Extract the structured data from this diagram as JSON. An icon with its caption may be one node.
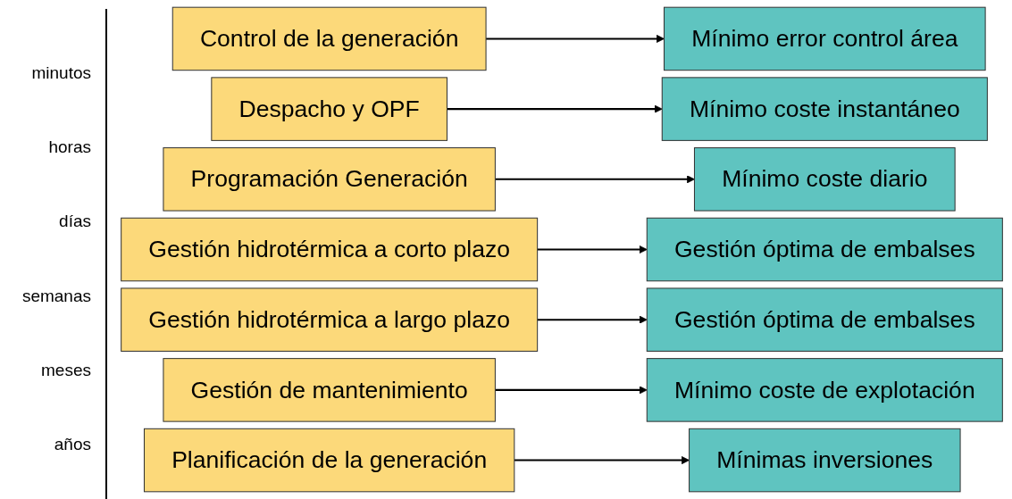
{
  "diagram": {
    "nodes": [
      {
        "text": [
          "Control de la generación"
        ]
      },
      {
        "text": [
          "Mínimo error control área"
        ]
      },
      {
        "text": [
          "Despacho y OPF"
        ]
      },
      {
        "text": [
          "Mínimo coste instantáneo"
        ]
      },
      {
        "text": [
          "Programación Generación"
        ]
      },
      {
        "text": [
          "Mínimo coste diario"
        ]
      },
      {
        "text": [
          "Gestión hidrotérmica a corto plazo"
        ]
      },
      {
        "text": [
          "Gestión óptima de embalses"
        ]
      },
      {
        "text": [
          "Gestión hidrotérmica a largo plazo"
        ]
      },
      {
        "text": [
          "Gestión óptima de embalses"
        ]
      },
      {
        "text": [
          "Gestión de mantenimiento"
        ]
      },
      {
        "text": [
          "Mínimo coste de explotación"
        ]
      },
      {
        "text": [
          "Planificación de la generación"
        ]
      },
      {
        "text": [
          "Mínimas inversiones"
        ]
      }
    ],
    "edges": [
      {
        "from": 0,
        "to": 1,
        "arrow": "to"
      },
      {
        "from": 2,
        "to": 3,
        "arrow": "to"
      },
      {
        "from": 4,
        "to": 5,
        "arrow": "to"
      },
      {
        "from": 6,
        "to": 7,
        "arrow": "to"
      },
      {
        "from": 8,
        "to": 9,
        "arrow": "to"
      },
      {
        "from": 10,
        "to": 11,
        "arrow": "to"
      },
      {
        "from": 12,
        "to": 13,
        "arrow": "to"
      }
    ],
    "labels": [
      "minutos",
      "horas",
      "días",
      "semanas",
      "meses",
      "años"
    ]
  }
}
